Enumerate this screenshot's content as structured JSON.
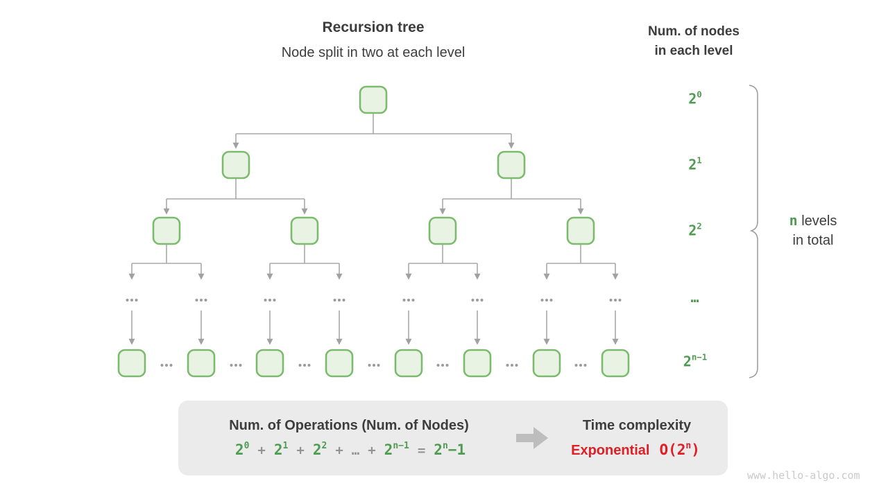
{
  "header": {
    "title": "Recursion tree",
    "subtitle": "Node split in two at each level"
  },
  "right_panel": {
    "heading_line1": "Num. of nodes",
    "heading_line2": "in each level",
    "levels": [
      {
        "base": "2",
        "sup": "0"
      },
      {
        "base": "2",
        "sup": "1"
      },
      {
        "base": "2",
        "sup": "2"
      },
      {
        "label": "…"
      },
      {
        "base": "2",
        "sup": "n−1"
      }
    ],
    "brace_note": {
      "highlight": "n",
      "line1_rest": "levels",
      "line2": "in total"
    }
  },
  "tree": {
    "visible_node_counts_per_level": [
      1,
      2,
      4,
      8
    ],
    "ellipsis_symbol": "…"
  },
  "summary_box": {
    "operations_title": "Num. of Operations (Num. of Nodes)",
    "formula": {
      "segments": [
        {
          "text": "2",
          "sup": "0"
        },
        {
          "text": "+"
        },
        {
          "text": "2",
          "sup": "1"
        },
        {
          "text": "+"
        },
        {
          "text": "2",
          "sup": "2"
        },
        {
          "text": "+"
        },
        {
          "text": "…"
        },
        {
          "text": "+"
        },
        {
          "text": "2",
          "sup": "n−1"
        },
        {
          "text": "="
        },
        {
          "text": "2",
          "sup": "n",
          "tail": "−1"
        }
      ]
    },
    "time_title": "Time complexity",
    "complexity_label": "Exponential",
    "complexity_value": {
      "prefix": "O(2",
      "sup": "n",
      "suffix": ")"
    }
  },
  "watermark": "www.hello-algo.com",
  "colors": {
    "text_dark": "#3d3d3d",
    "green_text": "#4e9b51",
    "node_fill": "#e8f3e3",
    "node_border": "#7cba6e",
    "line_gray": "#a8a8a8",
    "operator_gray": "#939393",
    "red": "#e01e26",
    "box_background": "#ebebeb",
    "watermark_gray": "#c9c9c9"
  }
}
